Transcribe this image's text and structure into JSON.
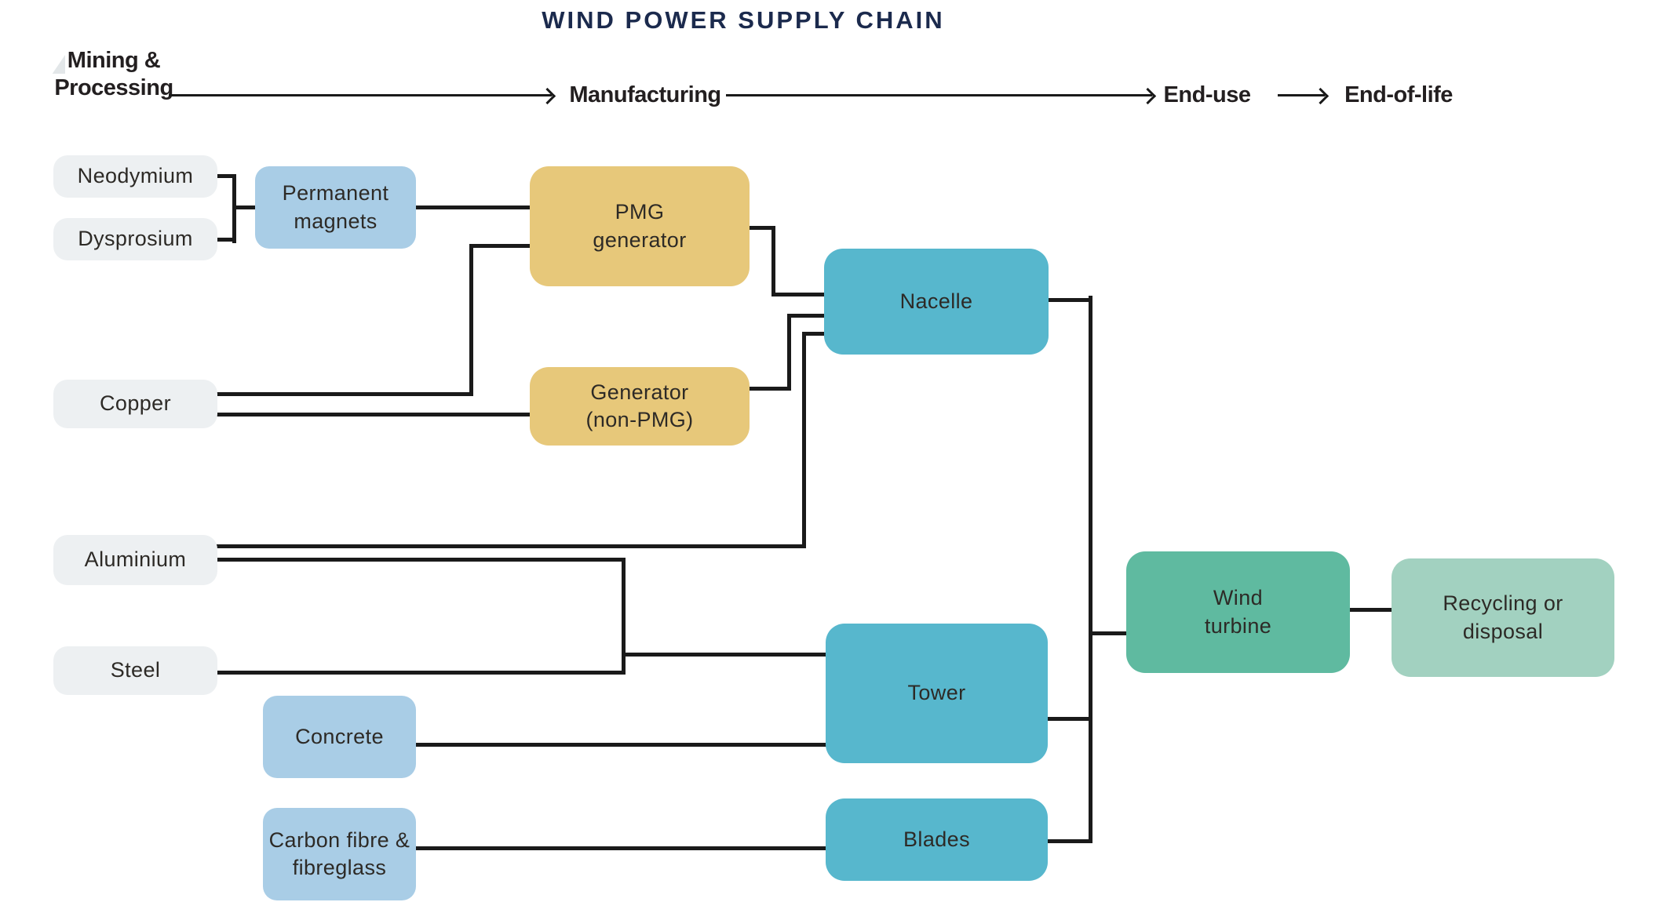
{
  "palette": {
    "title": "#1b2a4d",
    "header_text": "#231f20",
    "line": "#1a1a1a",
    "box_text": "#2d2a26",
    "gray_box": "#edf0f2",
    "blue_box": "#a9cde6",
    "gold_box": "#e7c87a",
    "teal_box": "#57b7cd",
    "green_box": "#5fbaa0",
    "light_green_box": "#a2d1c0"
  },
  "title": "WIND POWER SUPPLY CHAIN",
  "stages": {
    "mining": "Mining &\nProcessing",
    "manufacturing": "Manufacturing",
    "end_use": "End-use",
    "end_of_life": "End-of-life"
  },
  "nodes": {
    "neodymium": "Neodymium",
    "dysprosium": "Dysprosium",
    "copper": "Copper",
    "aluminium": "Aluminium",
    "steel": "Steel",
    "permanent_magnets": "Permanent\nmagnets",
    "concrete": "Concrete",
    "carbon_fibre": "Carbon fibre &\nfibreglass",
    "pmg_generator": "PMG\ngenerator",
    "generator_non_pmg": "Generator\n(non-PMG)",
    "nacelle": "Nacelle",
    "tower": "Tower",
    "blades": "Blades",
    "wind_turbine": "Wind\nturbine",
    "recycling": "Recycling or\ndisposal"
  }
}
